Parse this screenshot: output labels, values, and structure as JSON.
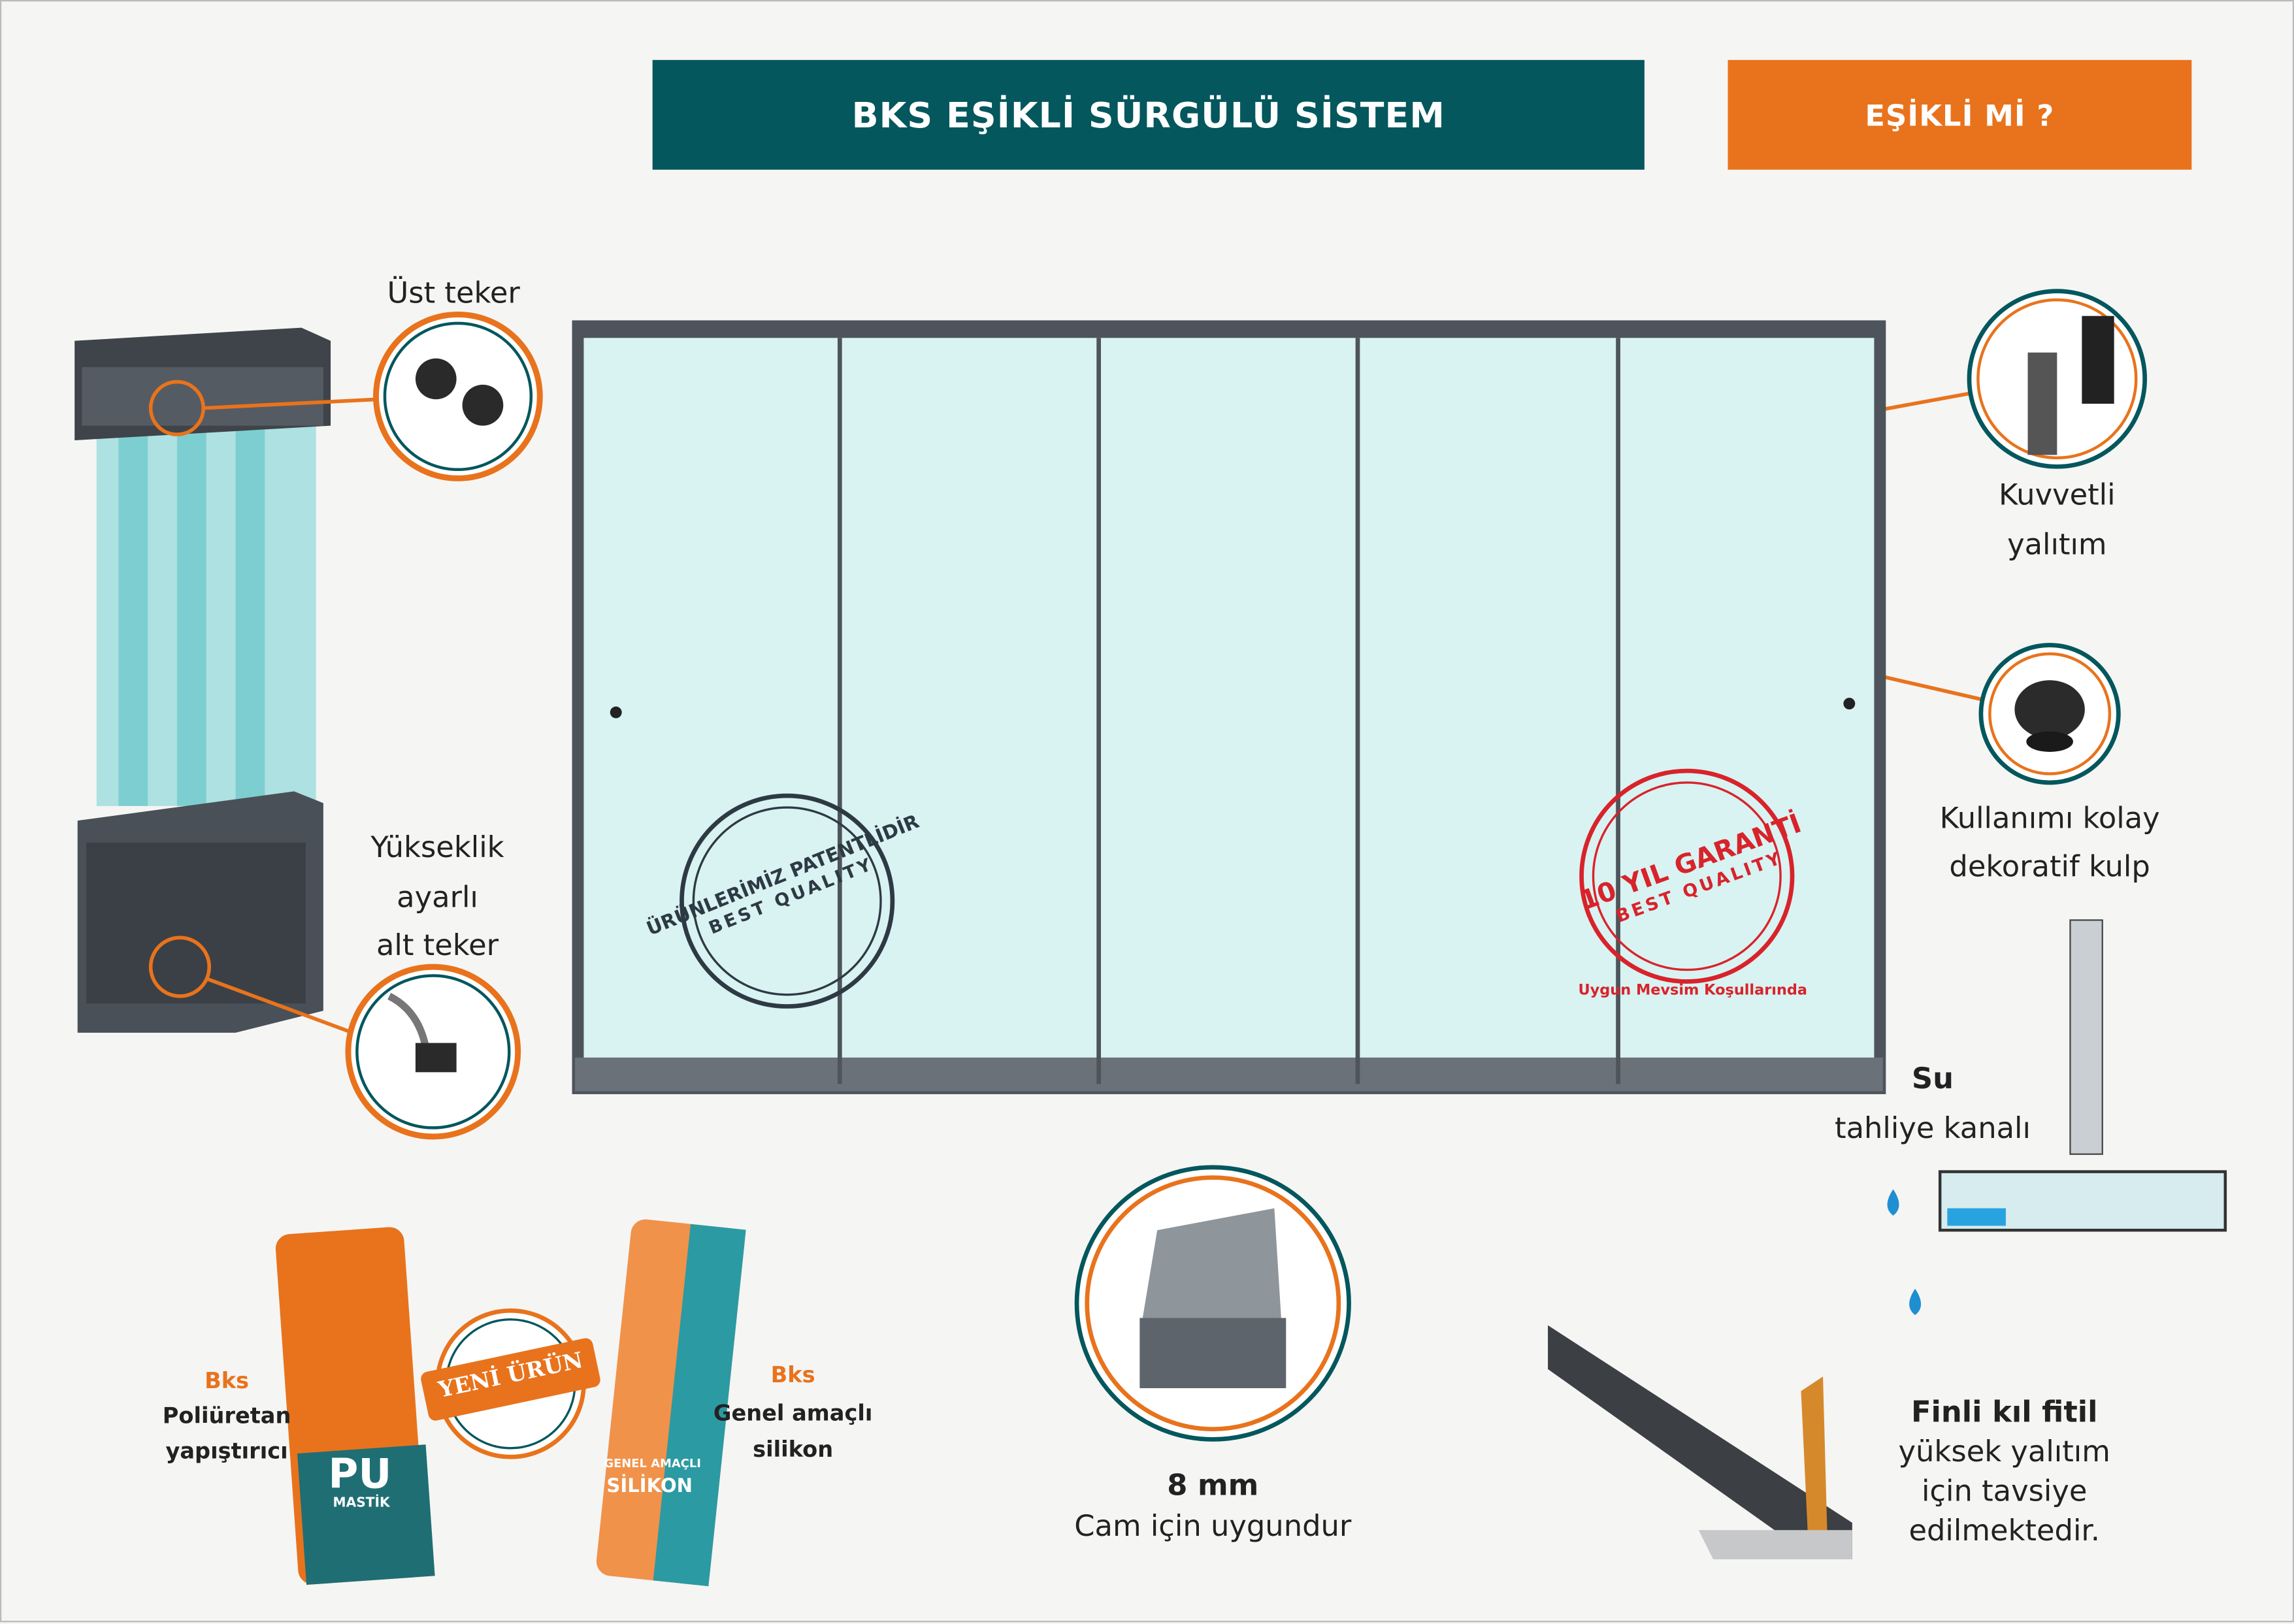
{
  "header": {
    "title": "BKS EŞİKLİ SÜRGÜLÜ SİSTEM",
    "badge": "EŞİKLİ Mİ ?"
  },
  "features": {
    "top_wheel": "Üst teker",
    "bottom_wheel": [
      "Yükseklik",
      "ayarlı",
      "alt teker"
    ],
    "insulation": [
      "Kuvvetli",
      "yalıtım"
    ],
    "handle": [
      "Kullanımı kolay",
      "dekoratif kulp"
    ],
    "drain": {
      "title": "Su",
      "text": "tahliye kanalı"
    },
    "glass": {
      "title": "8 mm",
      "text": "Cam için uygundur"
    },
    "brush": {
      "title": "Finli kıl fitil",
      "lines": [
        "yüksek yalıtım",
        "için tavsiye",
        "edilmektedir."
      ]
    }
  },
  "stamps": {
    "patent": {
      "main": "ÜRÜNLERİMİZ PATENTLİDİR",
      "sub": "BEST QUALITY"
    },
    "warranty": {
      "main": "10 YIL GARANTİ",
      "sub": "BEST QUALITY",
      "note": "Uygun Mevsim Koşullarında"
    }
  },
  "products": {
    "pu": {
      "brand": "Bks",
      "name": "Poliüretan",
      "type": "yapıştırıcı",
      "tube_text": "PU",
      "tube_sub": "MASTİK"
    },
    "silicone": {
      "brand": "Bks",
      "name": "Genel amaçlı",
      "type": "silikon",
      "tube_text": "SİLİKON",
      "tube_sub": "GENEL AMAÇLI"
    },
    "new_badge": "YENİ ÜRÜN"
  },
  "colors": {
    "teal": "#03575d",
    "orange": "#e8731c",
    "frame": "#4d545b",
    "glass": "#d9f2f2",
    "red": "#d8232a"
  }
}
